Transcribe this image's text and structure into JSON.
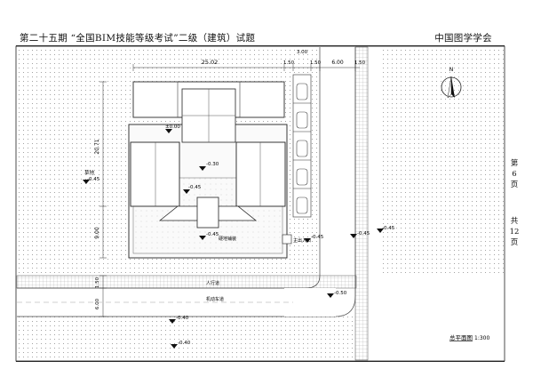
{
  "header": {
    "title": "第二十五期 “全国BIM技能等级考试”二级（建筑）试题",
    "org": "中国图学学会"
  },
  "side_page": {
    "current_prefix": "第",
    "current_num": "6",
    "current_suffix": "页",
    "total_prefix": "共",
    "total_num": "12",
    "total_suffix": "页"
  },
  "north_label": "N",
  "dimensions": {
    "width_main": "25.02",
    "gap_a": "1.50",
    "gap_b": "1.50",
    "parking": "6.00",
    "gap_c": "1.50",
    "stall": "3.00",
    "height_main": "20.71",
    "height_lower": "9.00",
    "road_1": "1.50",
    "road_2": "6.00"
  },
  "elevations": {
    "e1": "±0.00",
    "e2": "-0.30",
    "e3": "-0.45",
    "e4": "-0.45",
    "e5": "-0.45",
    "e6": "-0.45",
    "e7": "-0.45",
    "e8": "-0.50",
    "e9": "-0.40",
    "e10": "-0.45",
    "e11": "-0.40"
  },
  "labels": {
    "lawn": "草地",
    "courtyard": "硬地铺装",
    "entrance": "主出入口",
    "sidewalk": "人行道",
    "road": "机动车道"
  },
  "drawing_title": {
    "name": "总平面图",
    "scale": "1:300"
  }
}
